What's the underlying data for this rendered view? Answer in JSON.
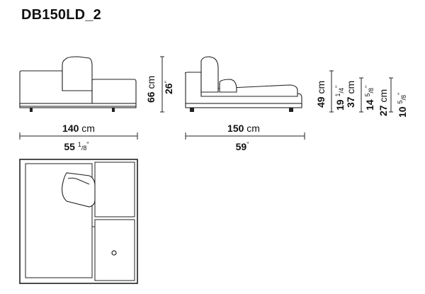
{
  "title": "DB150LD_2",
  "front": {
    "height": {
      "metric": "66",
      "metric_unit": "cm",
      "imperial": "26",
      "imperial_unit": "\""
    },
    "width": {
      "metric": "140",
      "metric_unit": "cm",
      "imperial": "55",
      "imperial_frac_num": "1",
      "imperial_frac_den": "8",
      "imperial_unit": "\""
    }
  },
  "side": {
    "depth": {
      "metric": "150",
      "metric_unit": "cm",
      "imperial": "59",
      "imperial_unit": "\""
    }
  },
  "vertical_dims": [
    {
      "metric": "49",
      "metric_unit": "cm",
      "imperial": "19",
      "frac_num": "1",
      "frac_den": "4",
      "imperial_unit": "\""
    },
    {
      "metric": "37",
      "metric_unit": "cm",
      "imperial": "14",
      "frac_num": "5",
      "frac_den": "8",
      "imperial_unit": "\""
    },
    {
      "metric": "27",
      "metric_unit": "cm",
      "imperial": "10",
      "frac_num": "5",
      "frac_den": "8",
      "imperial_unit": "\""
    }
  ]
}
